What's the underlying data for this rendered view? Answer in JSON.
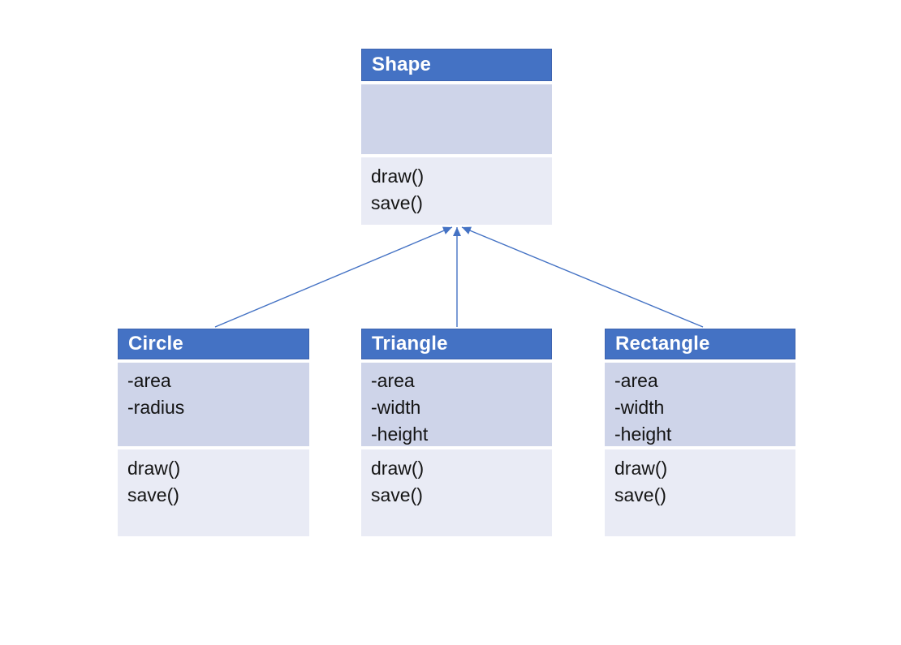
{
  "diagram": {
    "type": "uml-class-diagram",
    "background": "#FFFFFF",
    "colors": {
      "header_fill": "#4472C4",
      "header_border": "#3D63AF",
      "attributes_fill": "#CED4E9",
      "methods_fill": "#E9EBF5",
      "connector": "#4472C4",
      "title_text": "#FFFFFF",
      "body_text": "#141414"
    },
    "classes": [
      {
        "id": "shape",
        "title": "Shape",
        "attributes": [],
        "methods": [
          "draw()",
          "save()"
        ]
      },
      {
        "id": "circle",
        "title": "Circle",
        "attributes": [
          "-area",
          "-radius"
        ],
        "methods": [
          "draw()",
          "save()"
        ]
      },
      {
        "id": "triangle",
        "title": "Triangle",
        "attributes": [
          "-area",
          "-width",
          "-height"
        ],
        "methods": [
          "draw()",
          "save()"
        ]
      },
      {
        "id": "rectangle",
        "title": "Rectangle",
        "attributes": [
          "-area",
          "-width",
          "-height"
        ],
        "methods": [
          "draw()",
          "save()"
        ]
      }
    ],
    "relationships": [
      {
        "from": "Circle",
        "to": "Shape",
        "type": "inheritance"
      },
      {
        "from": "Triangle",
        "to": "Shape",
        "type": "inheritance"
      },
      {
        "from": "Rectangle",
        "to": "Shape",
        "type": "inheritance"
      }
    ]
  }
}
